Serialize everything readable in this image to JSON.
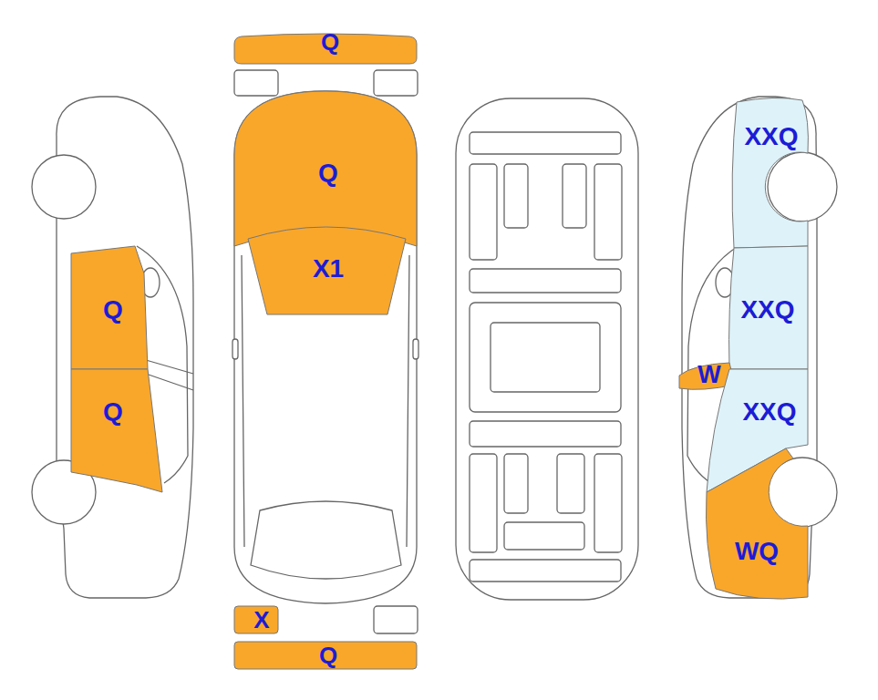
{
  "diagram": {
    "nodes": [
      {
        "text": [
          "Q"
        ]
      },
      {
        "text": [
          "Q"
        ]
      },
      {
        "text": [
          "X1"
        ]
      },
      {
        "text": [
          "Q"
        ]
      },
      {
        "text": [
          "Q"
        ]
      },
      {
        "text": [
          "X"
        ]
      },
      {
        "text": [
          "Q"
        ]
      },
      {
        "text": [
          "XXQ"
        ]
      },
      {
        "text": [
          "XXQ"
        ]
      },
      {
        "text": [
          "W"
        ]
      },
      {
        "text": [
          "XXQ"
        ]
      },
      {
        "text": [
          "WQ"
        ]
      }
    ]
  }
}
